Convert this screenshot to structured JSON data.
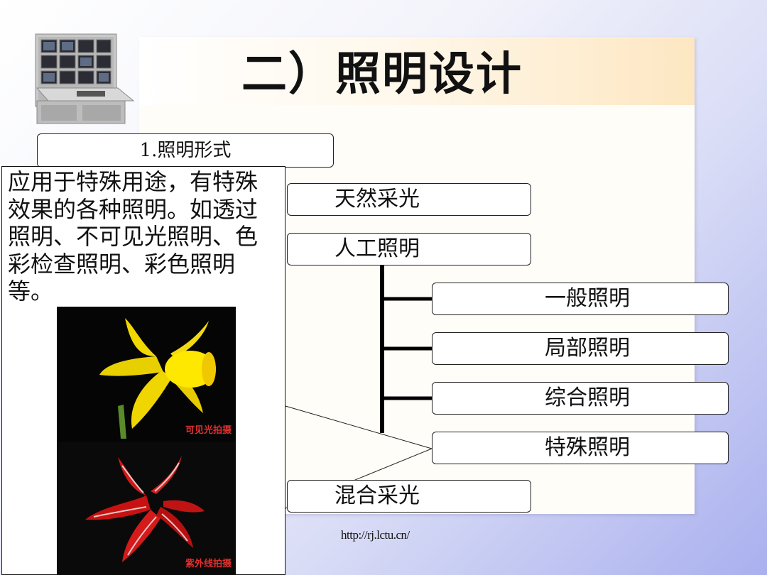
{
  "slide": {
    "title": "二）照明设计",
    "section_label": "1.照明形式",
    "callout_text": "应用于特殊用途，有特殊效果的各种照明。如透过照明、不可见光照明、色彩检查照明、彩色照明等。",
    "photo_captions": [
      "可见光拍摄",
      "紫外线拍摄"
    ],
    "tree": {
      "natural": "天然采光",
      "artificial": "人工照明",
      "children": [
        "一般照明",
        "局部照明",
        "综合照明",
        "特殊照明"
      ],
      "mixed": "混合采光"
    },
    "url": "http://rj.lctu.cn/"
  }
}
